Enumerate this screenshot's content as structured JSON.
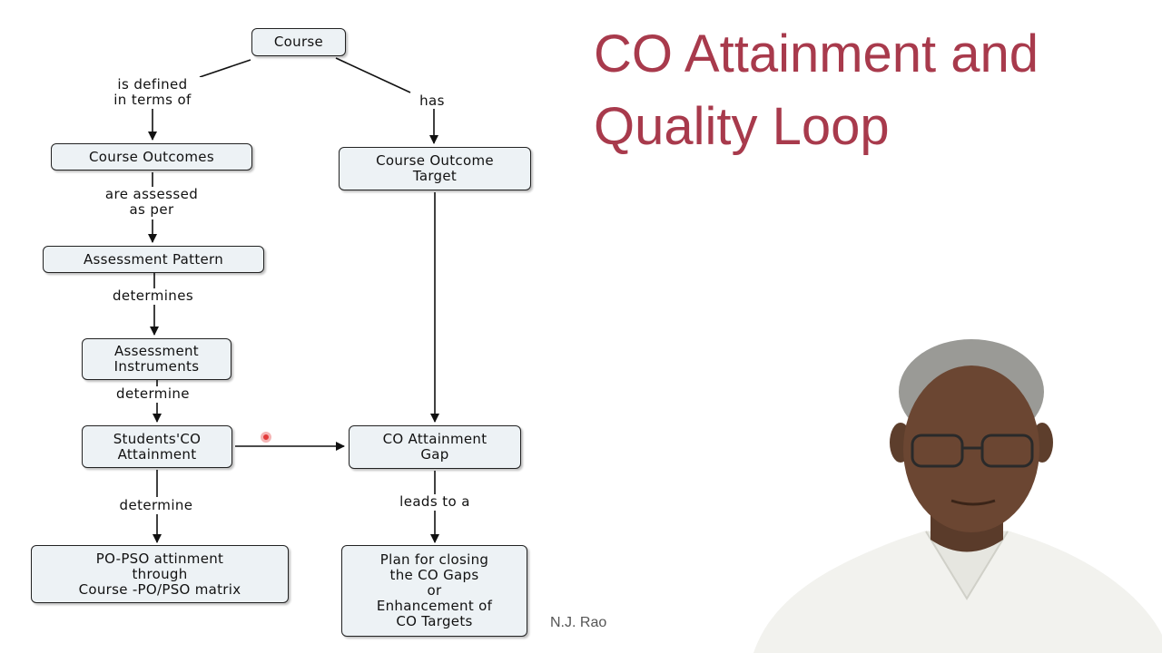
{
  "slide": {
    "title": "CO Attainment and\nQuality Loop",
    "author": "N.J. Rao",
    "title_color": "#a83a4c"
  },
  "nodes": {
    "course": "Course",
    "course_outcomes": "Course Outcomes",
    "course_outcome_target": "Course Outcome\nTarget",
    "assessment_pattern": "Assessment Pattern",
    "assessment_instruments": "Assessment\nInstruments",
    "students_co_attainment": "Students'CO\nAttainment",
    "co_attainment_gap": "CO Attainment\nGap",
    "po_pso_attainment": "PO-PSO attinment\nthrough\nCourse -PO/PSO matrix",
    "plan_closing_gaps": "Plan for closing\nthe CO Gaps\nor\nEnhancement of\nCO Targets"
  },
  "edge_labels": {
    "defined_in_terms_of": "is defined\nin terms of",
    "has": "has",
    "assessed_as_per": "are assessed\nas per",
    "determines": "determines",
    "determine_1": "determine",
    "determine_2": "determine",
    "leads_to_a": "leads to a"
  },
  "colors": {
    "node_fill": "#edf2f5",
    "node_border": "#222222",
    "pointer": "#e23a3a"
  },
  "icons": {
    "pointer": "laser-pointer-dot",
    "presenter": "presenter-video"
  }
}
